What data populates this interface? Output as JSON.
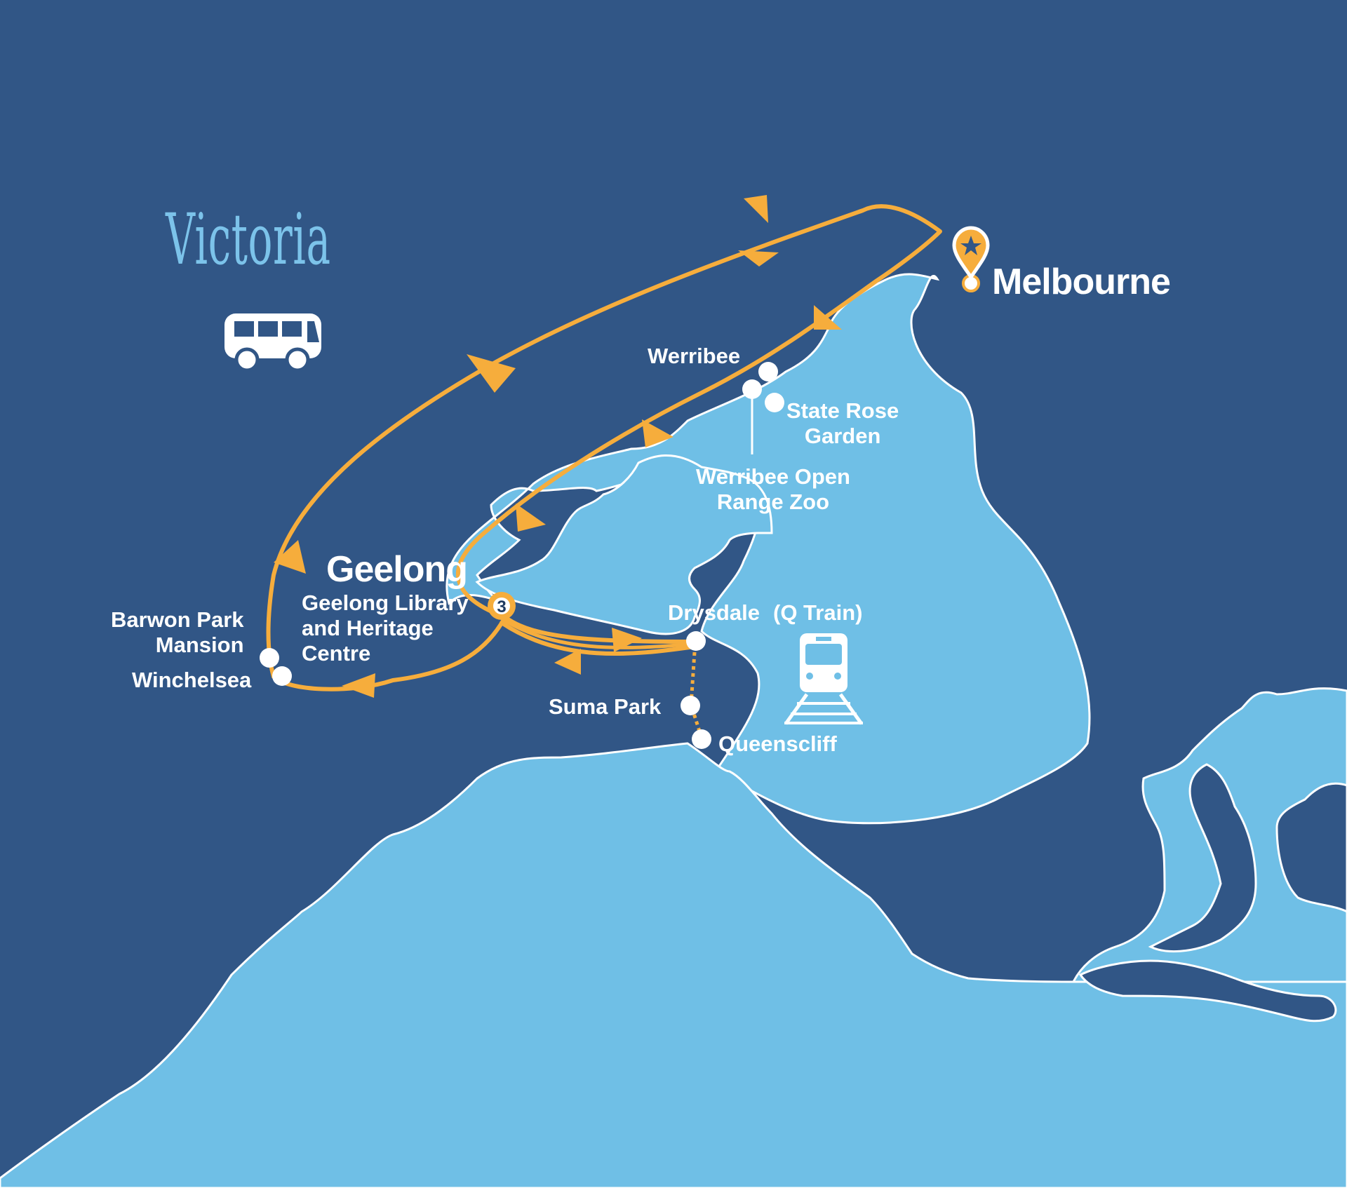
{
  "map": {
    "region_title": "Victoria",
    "transport_icons": [
      "bus-icon",
      "train-icon"
    ],
    "start_marker_icon": "map-pin-star-icon",
    "stop_number": "3",
    "labels": {
      "melbourne": "Melbourne",
      "geelong": "Geelong",
      "geelong_library": "Geelong Library\nand Heritage\nCentre",
      "werribee": "Werribee",
      "state_rose_garden": "State Rose\nGarden",
      "werribee_zoo": "Werribee Open\nRange Zoo",
      "barwon_park": "Barwon Park\nMansion",
      "winchelsea": "Winchelsea",
      "drysdale": "Drysdale",
      "q_train": "(Q Train)",
      "suma_park": "Suma Park",
      "queenscliff": "Queenscliff"
    },
    "colors": {
      "water": "#315686",
      "land": "#6fbfe6",
      "coastline": "#ffffff",
      "route": "#f6ad3c",
      "title": "#7cc3ea"
    }
  }
}
